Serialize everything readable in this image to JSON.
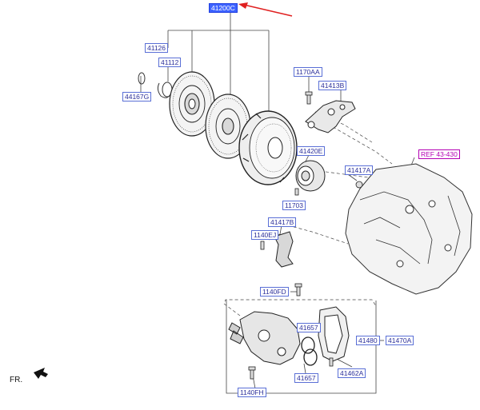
{
  "diagram": {
    "part_labels": {
      "p41200C": "41200C",
      "p41126": "41126",
      "p41112": "41112",
      "p44167G": "44167G",
      "p1170AA": "1170AA",
      "p41413B": "41413B",
      "p41420E": "41420E",
      "p41417A": "41417A",
      "pREF": "REF 43-430",
      "p11703": "11703",
      "p41417B": "41417B",
      "p1140EJ": "1140EJ",
      "p1140FD": "1140FD",
      "p41657a": "41657",
      "p41480": "41480",
      "p41470A": "41470A",
      "p41657b": "41657",
      "p41462A": "41462A",
      "p1140FH": "1140FH"
    },
    "direction_label": "FR.",
    "colors": {
      "label_border": "#5a6fd6",
      "label_text": "#2b2f9a",
      "selected_fill": "#3d63ff",
      "reference_text": "#b400b4",
      "pointer_arrow": "#e02020",
      "line_art": "#2a2a2a"
    }
  }
}
